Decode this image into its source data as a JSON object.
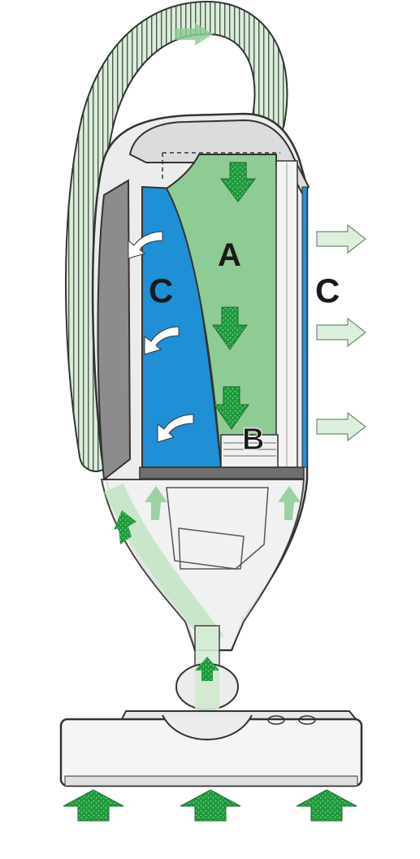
{
  "labels": {
    "a": "A",
    "b": "B",
    "c_left": "C",
    "c_right": "C"
  },
  "colors": {
    "dust_green": "#8fcb94",
    "dust_green_dark": "#2e8b3e",
    "arrow_green": "#1e9a3c",
    "filter_blue": "#1f8fd6",
    "hose_green": "#cfe9cf",
    "body_grey": "#e9e9e9",
    "handle_grey": "#8c8c8c",
    "outline": "#333333",
    "exhaust_arrow": "#dcefdc"
  },
  "icons": {
    "airflow_down": "down-arrow-icon",
    "airflow_up": "up-arrow-icon",
    "exhaust": "right-arrow-icon",
    "filter_flow": "curved-arrow-icon"
  }
}
